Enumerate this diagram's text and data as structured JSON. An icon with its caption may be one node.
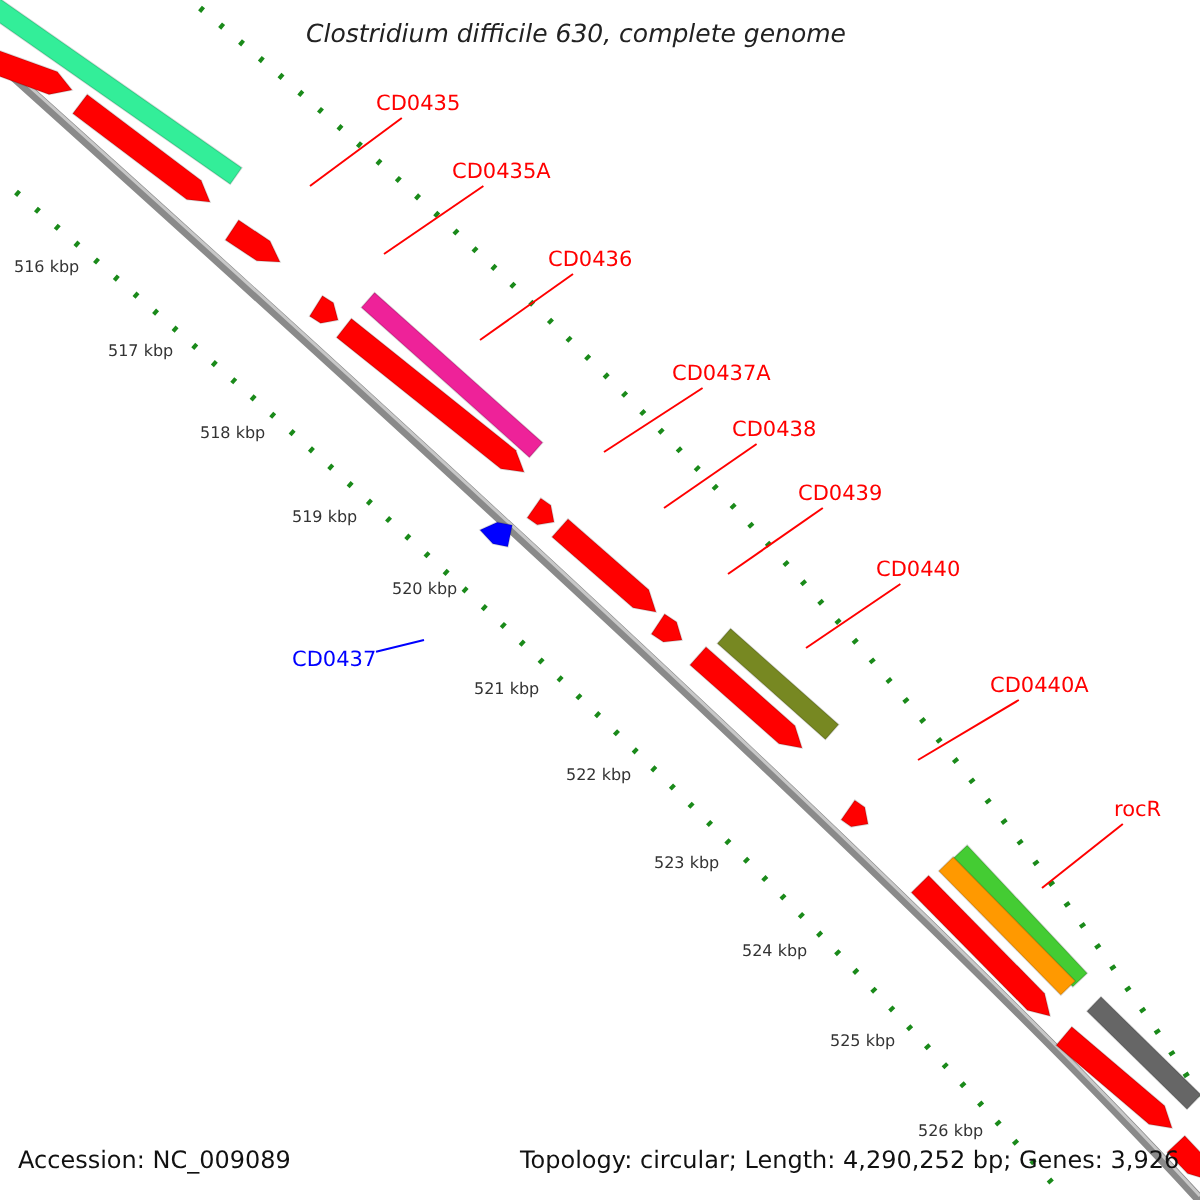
{
  "diagram": {
    "title": "Clostridium difficile 630, complete genome",
    "nodes": [
      {
        "text": [
          "CD0435"
        ]
      },
      {
        "text": [
          "CD0435A"
        ]
      },
      {
        "text": [
          "CD0436"
        ]
      },
      {
        "text": [
          "CD0437A"
        ]
      },
      {
        "text": [
          "CD0438"
        ]
      },
      {
        "text": [
          "CD0439"
        ]
      },
      {
        "text": [
          "CD0440"
        ]
      },
      {
        "text": [
          "CD0440A"
        ]
      },
      {
        "text": [
          "rocR"
        ]
      },
      {
        "text": [
          "CD0437"
        ]
      }
    ],
    "edges": [
      {
        "from": 0,
        "to": null,
        "arrow": "none"
      },
      {
        "from": 1,
        "to": null,
        "arrow": "none"
      },
      {
        "from": 2,
        "to": null,
        "arrow": "none"
      },
      {
        "from": 3,
        "to": null,
        "arrow": "none"
      },
      {
        "from": 4,
        "to": null,
        "arrow": "none"
      },
      {
        "from": 5,
        "to": null,
        "arrow": "none"
      },
      {
        "from": 6,
        "to": null,
        "arrow": "none"
      },
      {
        "from": 7,
        "to": null,
        "arrow": "none"
      },
      {
        "from": 8,
        "to": null,
        "arrow": "none"
      },
      {
        "from": 9,
        "to": null,
        "arrow": "none",
        "color": "#0000ff"
      }
    ],
    "labels": [
      "516 kbp",
      "517 kbp",
      "518 kbp",
      "519 kbp",
      "520 kbp",
      "521 kbp",
      "522 kbp",
      "523 kbp",
      "524 kbp",
      "525 kbp",
      "526 kbp",
      "Accession: NC_009089",
      "Topology: circular; Length: 4,290,252 bp; Genes: 3,926"
    ]
  }
}
